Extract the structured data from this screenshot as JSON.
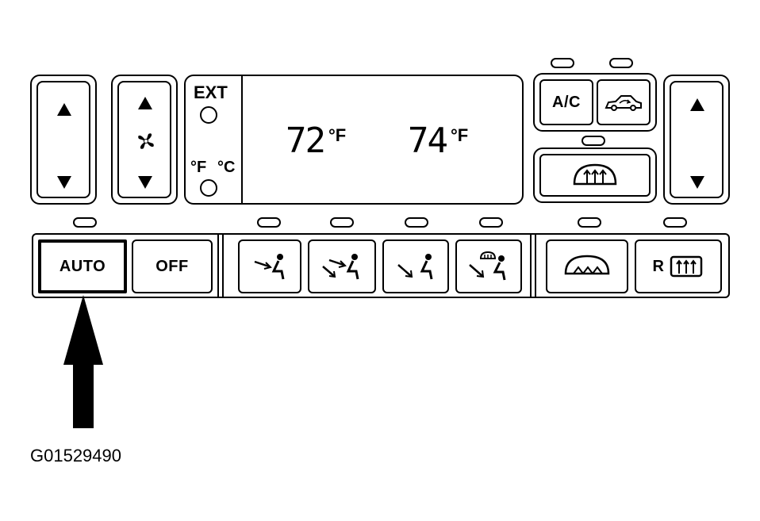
{
  "display": {
    "ext_label": "EXT",
    "unit_toggle_label_f": "°F",
    "unit_toggle_label_c": "°C",
    "temp_left": "72",
    "temp_left_unit": "°F",
    "temp_right": "74",
    "temp_right_unit": "°F"
  },
  "buttons": {
    "ac_label": "A/C",
    "auto_label": "AUTO",
    "off_label": "OFF",
    "rear_defrost_label": "R"
  },
  "figure_id": "G01529490"
}
